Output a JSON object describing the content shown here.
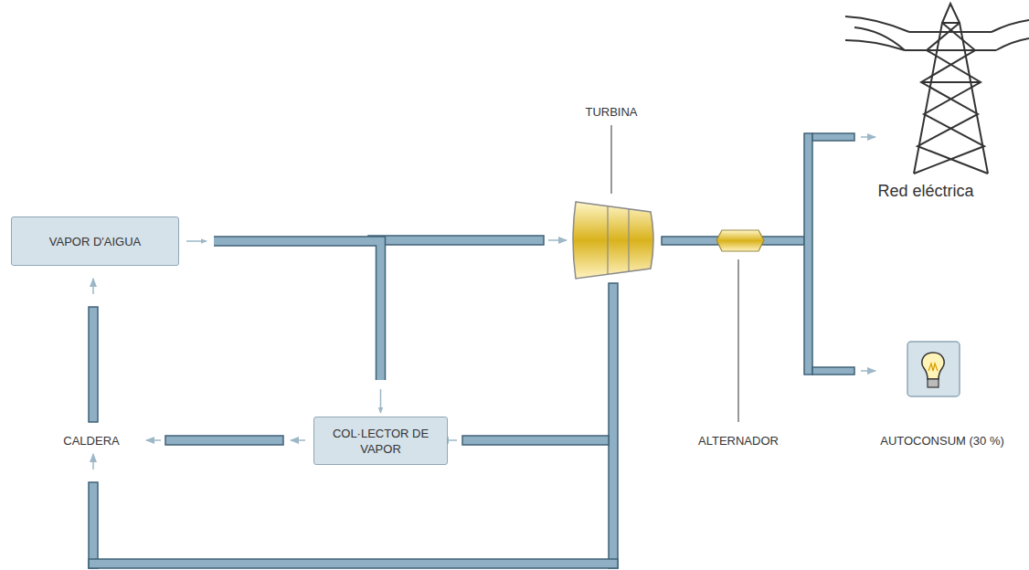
{
  "diagram": {
    "nodes": [
      {
        "text": [
          "VAPOR D'AIGUA"
        ]
      },
      {
        "text": [
          "COL·LECTOR DE VAPOR"
        ]
      }
    ],
    "edges": [
      {
        "from": 0,
        "to": 1,
        "arrow": "to"
      }
    ],
    "labels": [
      "TURBINA",
      "CALDERA",
      "ALTERNADOR",
      "Red eléctrica",
      "AUTOCONSUM (30 %)"
    ]
  }
}
